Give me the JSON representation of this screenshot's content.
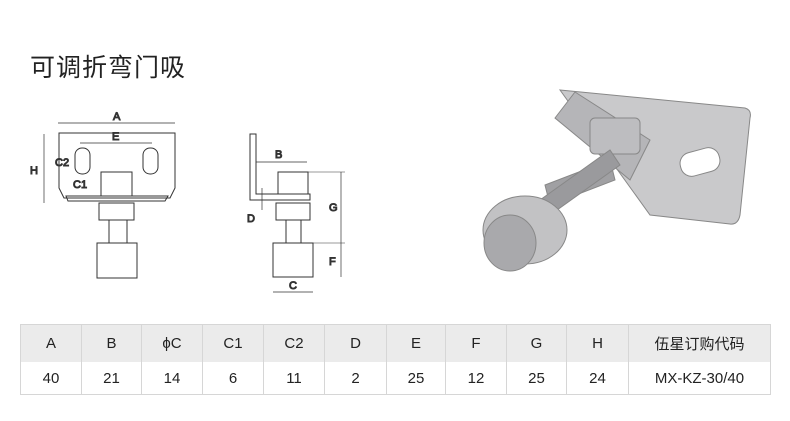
{
  "title": "可调折弯门吸",
  "diagram_labels": {
    "A": "A",
    "E": "E",
    "H": "H",
    "C2": "C2",
    "C1": "C1",
    "B": "B",
    "D": "D",
    "G": "G",
    "F": "F",
    "C": "C"
  },
  "table": {
    "headers": [
      "A",
      "B",
      "ϕC",
      "C1",
      "C2",
      "D",
      "E",
      "F",
      "G",
      "H",
      "伍星订购代码"
    ],
    "values": [
      "40",
      "21",
      "14",
      "6",
      "11",
      "2",
      "25",
      "12",
      "25",
      "24",
      "MX-KZ-30/40"
    ]
  }
}
